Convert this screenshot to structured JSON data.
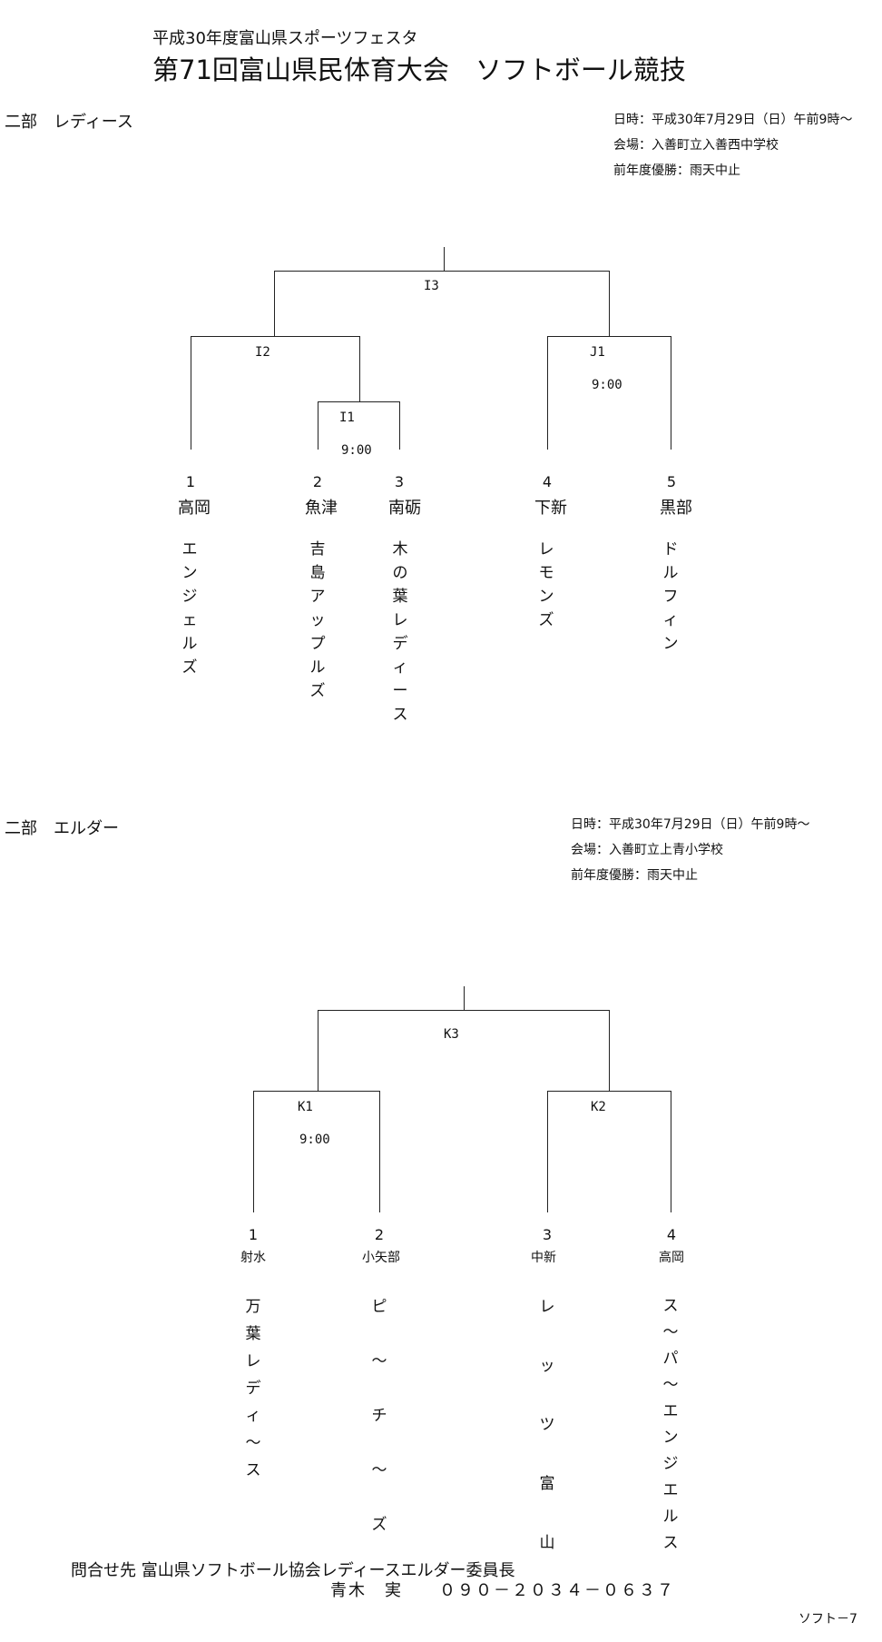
{
  "header": {
    "subtitle": "平成30年度富山県スポーツフェスタ",
    "title": "第71回富山県民体育大会　ソフトボール競技"
  },
  "ladies": {
    "section_title": "二部　レディース",
    "date": "日時：平成30年7月29日（日）午前9時～",
    "venue": "会場：入善町立入善西中学校",
    "prev_winner": "前年度優勝：雨天中止",
    "matches": {
      "i3": "I3",
      "i2": "I2",
      "i1": "I1",
      "i1_time": "9:00",
      "j1": "J1",
      "j1_time": "9:00"
    },
    "teams": [
      {
        "seed": "1",
        "town": "高岡",
        "name": [
          "エ",
          "ン",
          "ジ",
          "ェ",
          "ル",
          "ズ"
        ]
      },
      {
        "seed": "2",
        "town": "魚津",
        "name": [
          "吉",
          "島",
          "ア",
          "ッ",
          "プ",
          "ル",
          "ズ"
        ]
      },
      {
        "seed": "3",
        "town": "南砺",
        "name": [
          "木",
          "の",
          "葉",
          "レ",
          "デ",
          "ィ",
          "ー",
          "ス"
        ]
      },
      {
        "seed": "4",
        "town": "下新",
        "name": [
          "レ",
          "モ",
          "ン",
          "ズ"
        ]
      },
      {
        "seed": "5",
        "town": "黒部",
        "name": [
          "ド",
          "ル",
          "フ",
          "ィ",
          "ン"
        ]
      }
    ]
  },
  "elder": {
    "section_title": "二部　エルダー",
    "date": "日時：平成30年7月29日（日）午前9時～",
    "venue": "会場：入善町立上青小学校",
    "prev_winner": "前年度優勝：雨天中止",
    "matches": {
      "k3": "K3",
      "k1": "K1",
      "k1_time": "9:00",
      "k2": "K2"
    },
    "teams": [
      {
        "seed": "1",
        "town": "射水",
        "name": [
          "万",
          "葉",
          "レ",
          "デ",
          "ィ",
          "～",
          "ス"
        ]
      },
      {
        "seed": "2",
        "town": "小矢部",
        "name": [
          "ピ",
          "～",
          "チ",
          "～",
          "ズ"
        ]
      },
      {
        "seed": "3",
        "town": "中新",
        "name": [
          "レ",
          "ッ",
          "ツ",
          "富",
          "山"
        ]
      },
      {
        "seed": "4",
        "town": "高岡",
        "name": [
          "ス",
          "～",
          "パ",
          "～",
          "エ",
          "ン",
          "ジ",
          "エ",
          "ル",
          "ス"
        ]
      }
    ]
  },
  "footer": {
    "contact_line": "問合せ先 富山県ソフトボール協会レディースエルダー委員長",
    "contact_person": "青木　実　　０９０－２０３４－０６３７",
    "page_label": "ソフト－7"
  }
}
